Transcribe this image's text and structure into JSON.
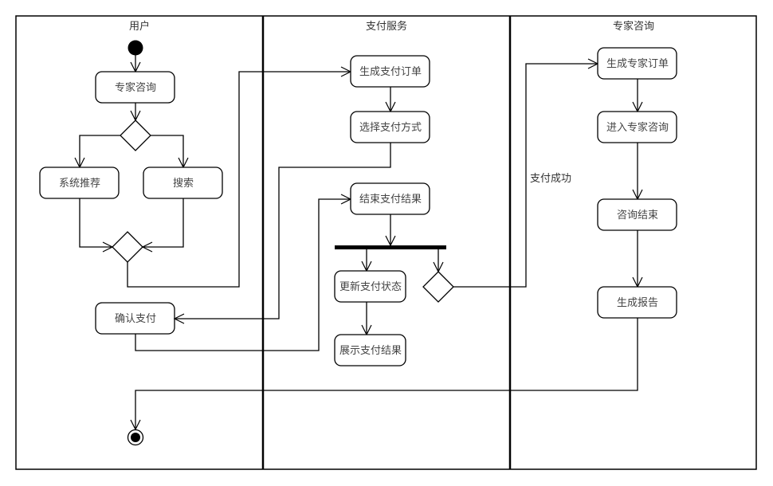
{
  "diagram": {
    "type": "UML activity diagram (swimlanes)",
    "lanes": [
      {
        "id": "user",
        "title": "用户"
      },
      {
        "id": "payment",
        "title": "支付服务"
      },
      {
        "id": "expert",
        "title": "专家咨询"
      }
    ],
    "nodes": {
      "expert_consult": "专家咨询",
      "system_recommend": "系统推荐",
      "search": "搜索",
      "confirm_payment": "确认支付",
      "generate_payment_order": "生成支付订单",
      "select_payment_method": "选择支付方式",
      "end_payment_result": "结束支付结果",
      "update_payment_status": "更新支付状态",
      "show_payment_result": "展示支付结果",
      "generate_expert_order": "生成专家订单",
      "enter_expert_consult": "进入专家咨询",
      "consult_end": "咨询结束",
      "generate_report": "生成报告"
    },
    "guards": {
      "payment_success": "支付成功"
    },
    "colors": {
      "line": "#000000",
      "text": "#444444",
      "background": "#ffffff"
    }
  }
}
